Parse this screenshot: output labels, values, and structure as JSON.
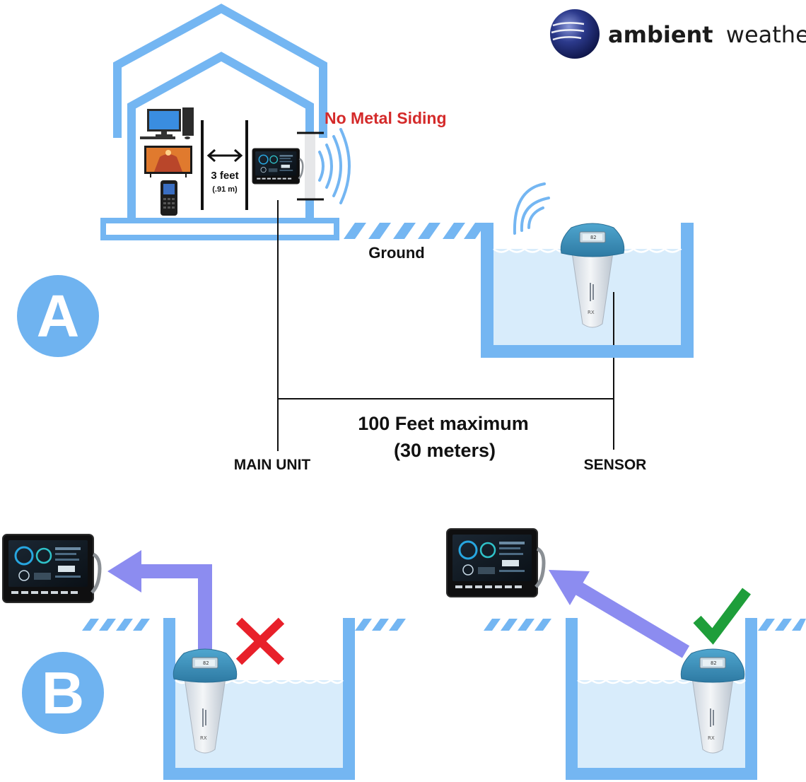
{
  "brand": {
    "name_bold": "ambient",
    "name_light": "weather",
    "logo_icon": "globe-logo-icon"
  },
  "section_a": {
    "badge": "A",
    "warning": "No Metal Siding",
    "distance_indoor_primary": "3 feet",
    "distance_indoor_secondary": "(.91 m)",
    "ground_label": "Ground",
    "range_line1": "100 Feet maximum",
    "range_line2": "(30 meters)",
    "main_unit_label": "MAIN UNIT",
    "sensor_label": "SENSOR",
    "sensor_display": "82"
  },
  "section_b": {
    "badge": "B",
    "left_result_icon": "red-x-icon",
    "right_result_icon": "green-check-icon",
    "sensor_display": "82"
  },
  "colors": {
    "light_blue": "#74b6f2",
    "badge_blue": "#6fb3f0",
    "water": "#d8ecfb",
    "warning_red": "#d42a2a",
    "x_red": "#e8202a",
    "check_green": "#1e9e3a",
    "signal_purple": "#8c8cf0",
    "brand_navy": "#1f2a6b",
    "sensor_teal": "#3a8fb7"
  }
}
